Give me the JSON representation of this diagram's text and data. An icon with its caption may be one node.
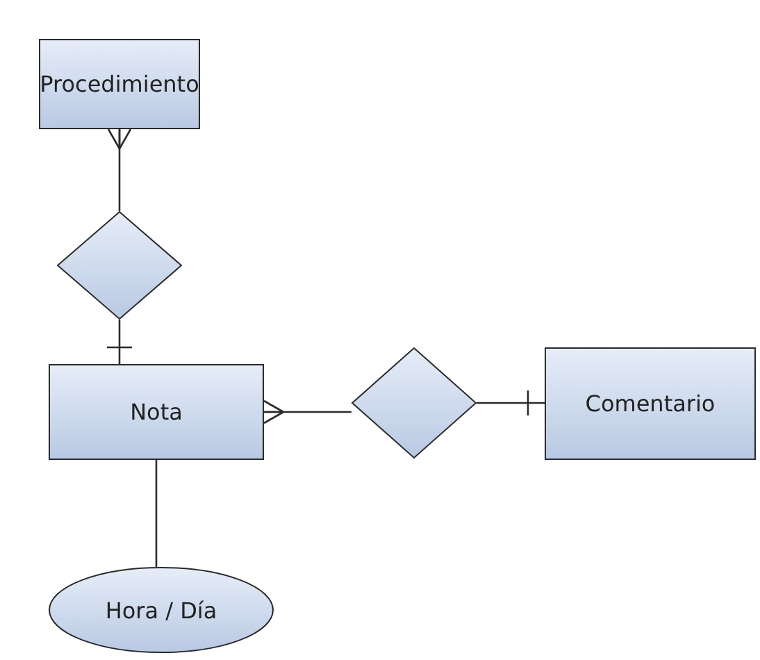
{
  "diagram": {
    "nodes": [
      {
        "text": [
          "Procedimiento"
        ]
      },
      {
        "text": [],
        "shape": "diamond"
      },
      {
        "text": [
          "Nota"
        ]
      },
      {
        "text": [],
        "shape": "diamond"
      },
      {
        "text": [
          "Comentario"
        ]
      },
      {
        "text": [
          "Hora / Día"
        ]
      }
    ],
    "edges": [
      {
        "from": 0,
        "to": 1,
        "arrow": "other"
      },
      {
        "from": 1,
        "to": 2,
        "arrow": "other"
      },
      {
        "from": 2,
        "to": 3,
        "arrow": "other"
      },
      {
        "from": 3,
        "to": 4,
        "arrow": "other"
      },
      {
        "from": 2,
        "to": 5,
        "arrow": "none"
      }
    ]
  }
}
